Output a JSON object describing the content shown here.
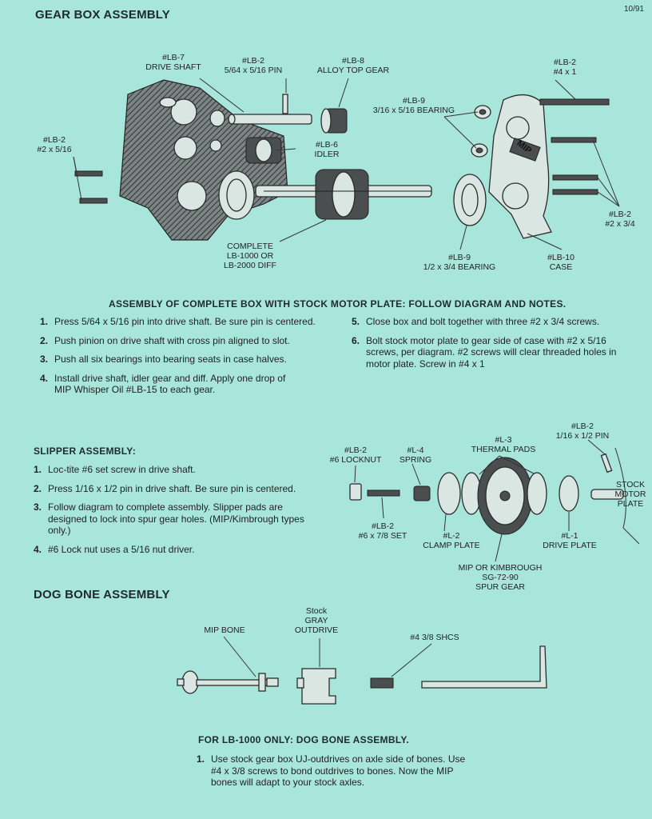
{
  "page": {
    "date": "10/91"
  },
  "gearbox": {
    "title": "GEAR BOX ASSEMBLY",
    "labels": {
      "drive_shaft": [
        "#LB-7",
        "DRIVE SHAFT"
      ],
      "pin": [
        "#LB-2",
        "5/64 x 5/16 PIN"
      ],
      "top_gear": [
        "#LB-8",
        "ALLOY TOP GEAR"
      ],
      "screw_4x1": [
        "#LB-2",
        "#4 x 1"
      ],
      "bearing_316": [
        "#LB-9",
        "3/16 x 5/16 BEARING"
      ],
      "screw_2x516": [
        "#LB-2",
        "#2 x 5/16"
      ],
      "idler": [
        "#LB-6",
        "IDLER"
      ],
      "screw_2x34": [
        "#LB-2",
        "#2 x 3/4"
      ],
      "diff": [
        "COMPLETE",
        "LB-1000 OR",
        "LB-2000 DIFF"
      ],
      "bearing_12": [
        "#LB-9",
        "1/2 x 3/4 BEARING"
      ],
      "case": [
        "#LB-10",
        "CASE"
      ]
    },
    "case_logo": "MIP",
    "assembly_title": "ASSEMBLY OF COMPLETE BOX WITH STOCK MOTOR PLATE:  FOLLOW DIAGRAM AND NOTES.",
    "steps_left": [
      {
        "n": "1.",
        "text": "Press 5/64 x 5/16 pin into drive shaft. Be sure pin is centered."
      },
      {
        "n": "2.",
        "text": "Push pinion on drive shaft with cross pin aligned to slot."
      },
      {
        "n": "3.",
        "text": "Push all six bearings into bearing seats in case halves."
      },
      {
        "n": "4.",
        "text": "Install drive shaft, idler gear and diff. Apply one drop of MIP Whisper Oil #LB-15 to each gear."
      }
    ],
    "steps_right": [
      {
        "n": "5.",
        "text": "Close box and bolt together with three #2 x 3/4 screws."
      },
      {
        "n": "6.",
        "text": "Bolt stock motor plate to gear side of case with #2 x 5/16 screws, per diagram. #2 screws will clear threaded holes in motor plate. Screw in #4 x 1"
      }
    ]
  },
  "slipper": {
    "title": "SLIPPER ASSEMBLY:",
    "steps": [
      {
        "n": "1.",
        "text": "Loc-tite #6 set screw in drive shaft."
      },
      {
        "n": "2.",
        "text": "Press 1/16 x 1/2 pin in drive shaft. Be sure pin is centered."
      },
      {
        "n": "3.",
        "text": "Follow diagram to complete assembly. Slipper pads are designed to lock into spur gear holes. (MIP/Kimbrough types only.)"
      },
      {
        "n": "4.",
        "text": "#6 Lock nut uses a 5/16 nut driver."
      }
    ],
    "labels": {
      "locknut": [
        "#LB-2",
        "#6 LOCKNUT"
      ],
      "spring": [
        "#L-4",
        "SPRING"
      ],
      "thermal": [
        "#L-3",
        "THERMAL PADS"
      ],
      "pin": [
        "#LB-2",
        "1/16 x 1/2 PIN"
      ],
      "motor_plate": [
        "STOCK",
        "MOTOR",
        "PLATE"
      ],
      "set_screw": [
        "#LB-2",
        "#6 x 7/8 SET"
      ],
      "clamp": [
        "#L-2",
        "CLAMP PLATE"
      ],
      "drive_plate": [
        "#L-1",
        "DRIVE PLATE"
      ],
      "spur": [
        "MIP OR KIMBROUGH",
        "SG-72-90",
        "SPUR GEAR"
      ]
    }
  },
  "dogbone": {
    "title": "DOG BONE ASSEMBLY",
    "labels": {
      "mip_bone": "MIP BONE",
      "outdrive": [
        "Stock",
        "GRAY",
        "OUTDRIVE"
      ],
      "shcs": "#4 3/8 SHCS"
    },
    "lb1000_title": "FOR LB-1000 ONLY:  DOG BONE ASSEMBLY.",
    "steps": [
      {
        "n": "1.",
        "text": "Use stock gear box UJ-outdrives on axle side of bones. Use #4 x 3/8 screws to bond outdrives to bones. Now the MIP bones will adapt to your stock axles."
      }
    ]
  }
}
